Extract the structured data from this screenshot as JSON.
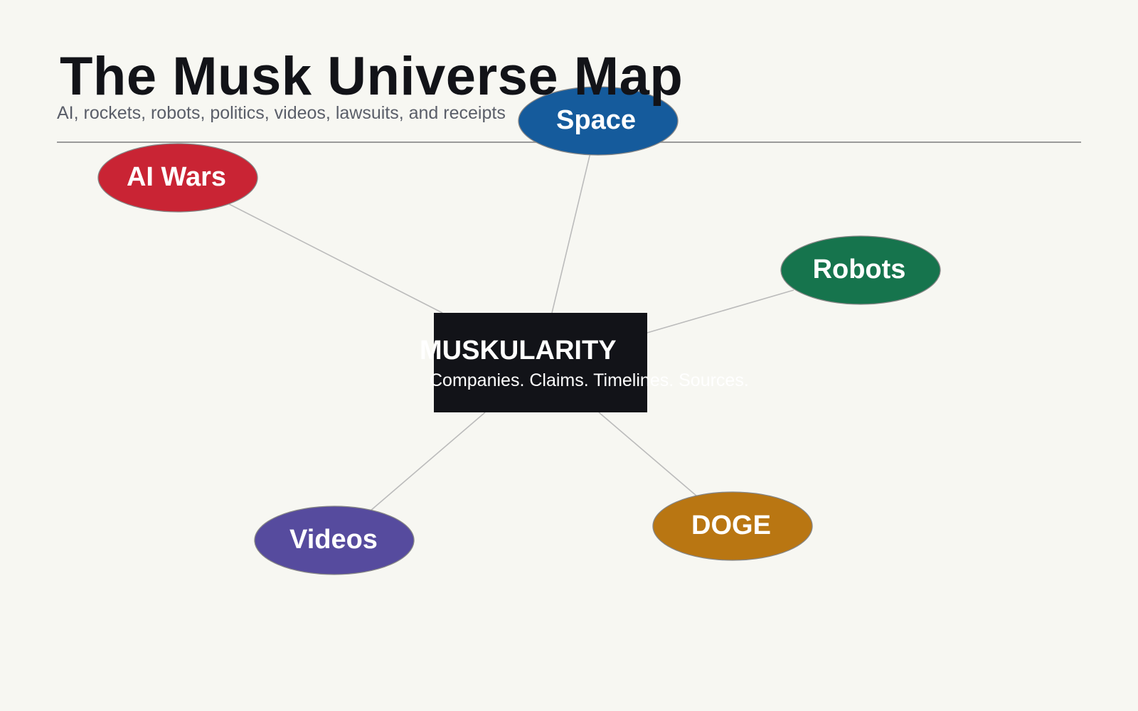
{
  "header": {
    "title": "The Musk Universe Map",
    "subtitle": "AI, rockets, robots, politics, videos, lawsuits, and receipts"
  },
  "hub": {
    "title": "MUSKULARITY",
    "tagline": "Companies. Claims. Timelines. Sources."
  },
  "nodes": [
    {
      "id": "ai-wars",
      "label": "AI Wars",
      "color": "#c92434"
    },
    {
      "id": "space",
      "label": "Space",
      "color": "#155b9c"
    },
    {
      "id": "robots",
      "label": "Robots",
      "color": "#16744d"
    },
    {
      "id": "videos",
      "label": "Videos",
      "color": "#564b9e"
    },
    {
      "id": "doge",
      "label": "DOGE",
      "color": "#b97612"
    }
  ],
  "colors": {
    "background": "#f7f7f2",
    "hub": "#121318",
    "connector": "#bbbbbb"
  }
}
